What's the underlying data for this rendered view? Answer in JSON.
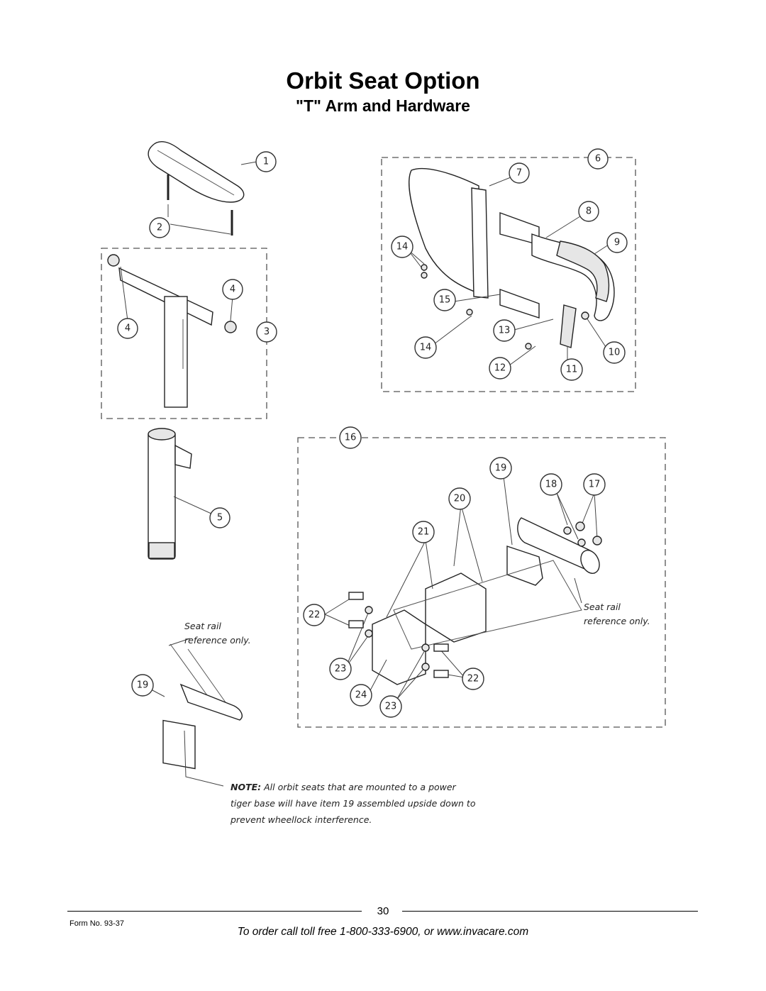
{
  "header": {
    "title": "Orbit Seat Option",
    "subtitle": "\"T\" Arm and Hardware"
  },
  "diagram": {
    "callouts": [
      "1",
      "2",
      "3",
      "4",
      "4",
      "5",
      "6",
      "7",
      "8",
      "9",
      "10",
      "11",
      "12",
      "13",
      "14",
      "14",
      "15",
      "16",
      "17",
      "18",
      "19",
      "19",
      "20",
      "21",
      "22",
      "22",
      "23",
      "23",
      "24"
    ],
    "seat_rail_left": [
      "Seat rail",
      "reference only."
    ],
    "seat_rail_right": [
      "Seat rail",
      "reference only."
    ],
    "note": {
      "label": "NOTE:",
      "line1": " All orbit seats that are mounted to a power",
      "line2": "tiger base will have item 19 assembled upside down to",
      "line3": "prevent wheellock interference."
    }
  },
  "footer": {
    "page_number": "30",
    "form_number": "Form No.  93-37",
    "order_text": "To order call toll free 1-800-333-6900, or www.invacare.com"
  }
}
